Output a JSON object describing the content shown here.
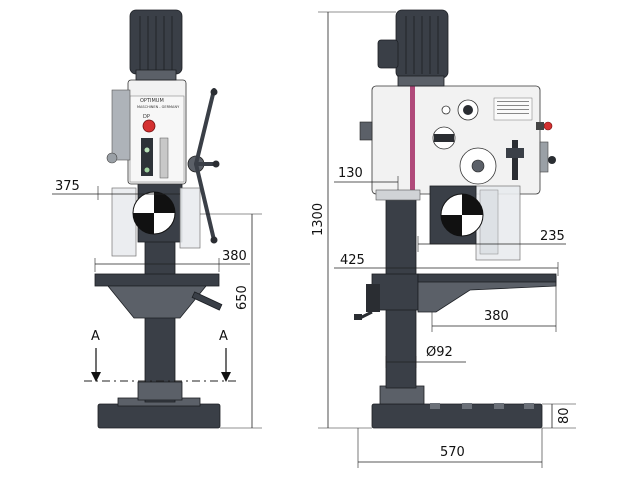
{
  "brand": "OPTIMUM",
  "brand_sub": "MASCHINEN - GERMANY",
  "model_badge": "DP",
  "front_view": {
    "dim_head_width": "375",
    "dim_table_width": "380",
    "dim_table_height": "650",
    "section_label_left": "A",
    "section_label_right": "A"
  },
  "side_view": {
    "dim_total_height": "1300",
    "dim_head_offset": "130",
    "dim_spindle_to_table": "235",
    "dim_column_to_table": "425",
    "dim_table_depth": "380",
    "dim_column_diameter": "Ø92",
    "dim_base_height": "80",
    "dim_base_length": "570"
  },
  "colors": {
    "machine_dark": "#3a3f47",
    "head_light": "#f2f2f2",
    "accent_stripe": "#b04a7a",
    "stop_button": "#d43030"
  }
}
